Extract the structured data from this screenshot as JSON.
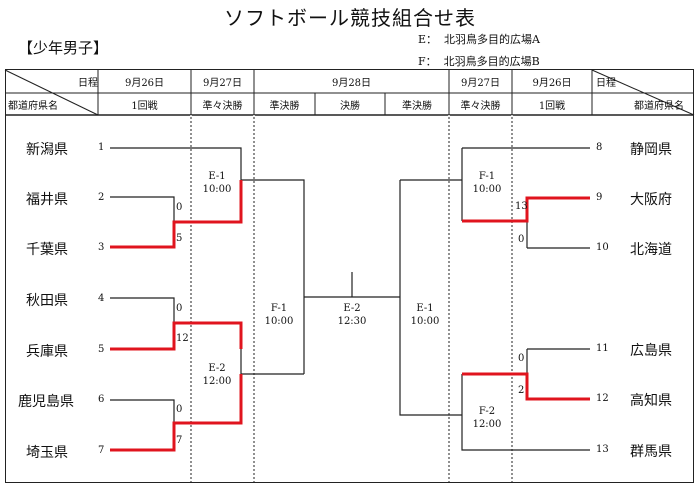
{
  "title": "ソフトボール競技組合せ表",
  "category": "【少年男子】",
  "venues": [
    {
      "code": "E：",
      "name": "北羽鳥多目的広場A"
    },
    {
      "code": "F：",
      "name": "北羽鳥多目的広場B"
    }
  ],
  "header": {
    "schedule_label": "日程",
    "prefecture_label": "都道府県名",
    "dates": [
      "9月26日",
      "9月27日",
      "9月28日",
      "9月27日",
      "9月26日"
    ],
    "rounds": [
      "1回戦",
      "準々決勝",
      "準決勝",
      "決勝",
      "準決勝",
      "準々決勝",
      "1回戦"
    ]
  },
  "left_teams": [
    {
      "seed": "1",
      "name": "新潟県"
    },
    {
      "seed": "2",
      "name": "福井県"
    },
    {
      "seed": "3",
      "name": "千葉県"
    },
    {
      "seed": "4",
      "name": "秋田県"
    },
    {
      "seed": "5",
      "name": "兵庫県"
    },
    {
      "seed": "6",
      "name": "鹿児島県"
    },
    {
      "seed": "7",
      "name": "埼玉県"
    }
  ],
  "right_teams": [
    {
      "seed": "8",
      "name": "静岡県"
    },
    {
      "seed": "9",
      "name": "大阪府"
    },
    {
      "seed": "10",
      "name": "北海道"
    },
    {
      "seed": "11",
      "name": "広島県"
    },
    {
      "seed": "12",
      "name": "高知県"
    },
    {
      "seed": "13",
      "name": "群馬県"
    }
  ],
  "scores": [
    "0",
    "5",
    "0",
    "12",
    "0",
    "7",
    "13",
    "0",
    "0",
    "2"
  ],
  "matches": [
    {
      "code": "E-1",
      "time": "10:00"
    },
    {
      "code": "E-2",
      "time": "12:00"
    },
    {
      "code": "F-1",
      "time": "10:00"
    },
    {
      "code": "E-2",
      "time": "12:30"
    },
    {
      "code": "E-1",
      "time": "10:00"
    },
    {
      "code": "F-1",
      "time": "10:00"
    },
    {
      "code": "F-2",
      "time": "12:00"
    }
  ],
  "colors": {
    "winner_line": "#e0141e",
    "line": "#222222"
  }
}
